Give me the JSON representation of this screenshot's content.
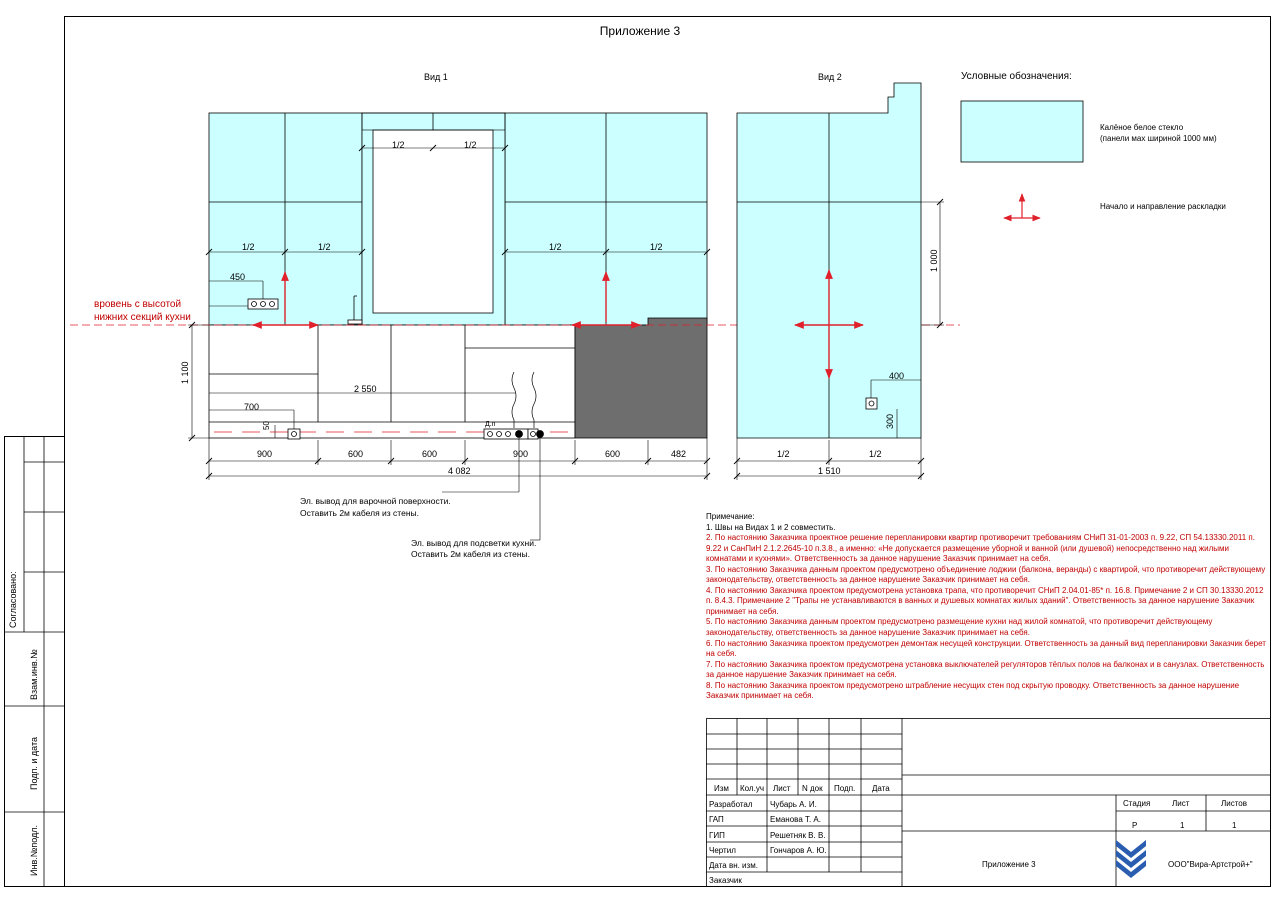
{
  "sheet_title": "Приложение 3",
  "view1": {
    "title": "Вид 1",
    "halves_top": [
      "1/2",
      "1/2"
    ],
    "halves_mid": [
      "1/2",
      "1/2",
      "1/2",
      "1/2"
    ],
    "dim_450": "450",
    "dim_700": "700",
    "dim_50": "50",
    "dim_2550": "2 550",
    "dim_1100": "1 100",
    "bottom_dims": [
      "900",
      "600",
      "600",
      "900",
      "600",
      "482"
    ],
    "total": "4 082",
    "level_label": [
      "вровень с высотой",
      "нижних секций кухни"
    ],
    "dl_label": "Д.п",
    "callout1": [
      "Эл. вывод для варочной поверхности.",
      "Оставить 2м кабеля из стены."
    ],
    "callout2": [
      "Эл. вывод для подсветки кухни.",
      "Оставить 2м кабеля из стены."
    ]
  },
  "view2": {
    "title": "Вид 2",
    "dim_1000": "1 000",
    "dim_400": "400",
    "dim_300": "300",
    "halves": [
      "1/2",
      "1/2"
    ],
    "total": "1 510"
  },
  "legend": {
    "title": "Условные обозначения:",
    "glass": [
      "Калёное белое стекло",
      "(панели мах шириной 1000 мм)"
    ],
    "direction": "Начало и направление раскладки",
    "glass_color": "#ccffff",
    "accent_color": "#e0202a"
  },
  "notes": {
    "title": "Примечание:",
    "items": [
      {
        "text": "1. Швы на Видах 1 и 2 совместить.",
        "red": false
      },
      {
        "text": "2. По настоянию Заказчика проектное решение перепланировки квартир противоречит требованиям СНиП 31-01-2003 п. 9.22, СП 54.13330.2011 п. 9.22 и СанПиН 2.1.2.2645-10 п.3.8., а именно: «Не допускается размещение уборной и ванной (или душевой) непосредственно над жилыми комнатами и кухнями». Ответственность за данное нарушение Заказчик принимает на себя.",
        "red": true
      },
      {
        "text": "3. По настоянию Заказчика данным проектом предусмотрено объединение лоджии (балкона, веранды) с квартирой, что противоречит действующему законодательству, ответственность за данное нарушение Заказчик принимает на себя.",
        "red": true
      },
      {
        "text": "4. По настоянию Заказчика проектом предусмотрена установка трапа, что противоречит СНиП 2.04.01-85* п. 16.8. Примечание 2 и СП 30.13330.2012 п. 8.4.3. Примечание 2 \"Трапы не устанавливаются в ванных и душевых комнатах жилых зданий\". Ответственность за данное нарушение Заказчик принимает на себя.",
        "red": true
      },
      {
        "text": "5. По настоянию Заказчика данным проектом предусмотрено размещение кухни над жилой комнатой, что противоречит действующему законодательству, ответственность за данное нарушение Заказчик принимает на себя.",
        "red": true
      },
      {
        "text": "6. По настоянию Заказчика проектом предусмотрен демонтаж несущей конструкции. Ответственность за данный вид перепланировки Заказчик берет на себя.",
        "red": true
      },
      {
        "text": "7. По настоянию Заказчика проектом предусмотрена установка выключателей регуляторов тёплых полов на балконах и в санузлах. Ответственность за данное нарушение Заказчик принимает на себя.",
        "red": true
      },
      {
        "text": "8. По настоянию Заказчика проектом предусмотрено штрабление несущих стен под скрытую проводку. Ответственность за данное нарушение Заказчик принимает на себя.",
        "red": true
      }
    ]
  },
  "stamp": {
    "headers": [
      "Изм",
      "Кол.уч",
      "Лист",
      "N док",
      "Подп.",
      "Дата"
    ],
    "rows": [
      {
        "role": "Разработал",
        "name": "Чубарь А. И."
      },
      {
        "role": "ГАП",
        "name": "Еманова Т. А."
      },
      {
        "role": "ГИП",
        "name": "Решетняк В. В."
      },
      {
        "role": "Чертил",
        "name": "Гончаров А. Ю."
      },
      {
        "role": "Дата вн. изм.",
        "name": ""
      },
      {
        "role": "Заказчик",
        "name": ""
      }
    ],
    "stage_headers": [
      "Стадия",
      "Лист",
      "Листов"
    ],
    "stage_values": [
      "Р",
      "1",
      "1"
    ],
    "sheet_name": "Приложение 3",
    "company": "ООО\"Вира-Артстрой+\"",
    "logo_color": "#2a5db0"
  },
  "side": {
    "labels": [
      "Согласовано:",
      "Взам.инв.№",
      "Подп. и дата",
      "Инв.№подл."
    ]
  }
}
